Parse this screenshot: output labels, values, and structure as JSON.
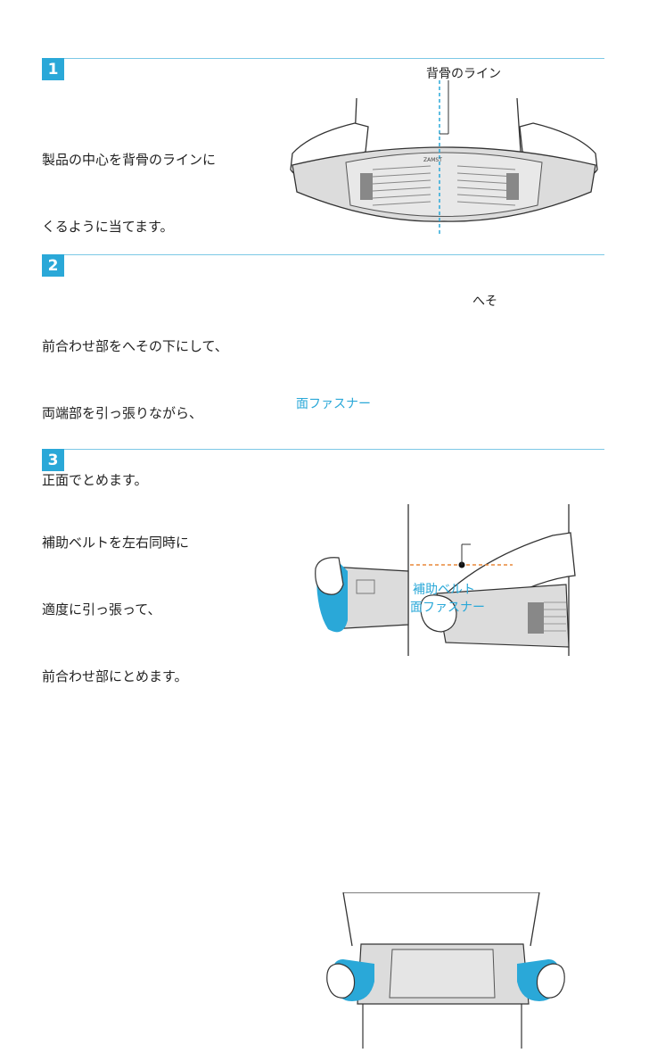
{
  "steps": [
    {
      "number": "1",
      "lines": [
        "製品の中心を背骨のラインに",
        "くるように当てます。"
      ],
      "callout": "背骨のライン",
      "brand_mark": "ZAMST"
    },
    {
      "number": "2",
      "lines": [
        "前合わせ部をへその下にして、",
        "両端部を引っ張りながら、",
        "正面でとめます。"
      ],
      "callout": "へそ",
      "blue_label": "面ファスナー"
    },
    {
      "number": "3",
      "lines": [
        "補助ベルトを左右同時に",
        "適度に引っ張って、",
        "前合わせ部にとめます。"
      ],
      "blue_label_line1": "補助ベルト",
      "blue_label_line2": "面ファスナー"
    }
  ],
  "colors": {
    "accent": "#2aa8d8",
    "navel_line": "#e8893a",
    "belt": "#dcdcdc",
    "outline": "#333333"
  }
}
